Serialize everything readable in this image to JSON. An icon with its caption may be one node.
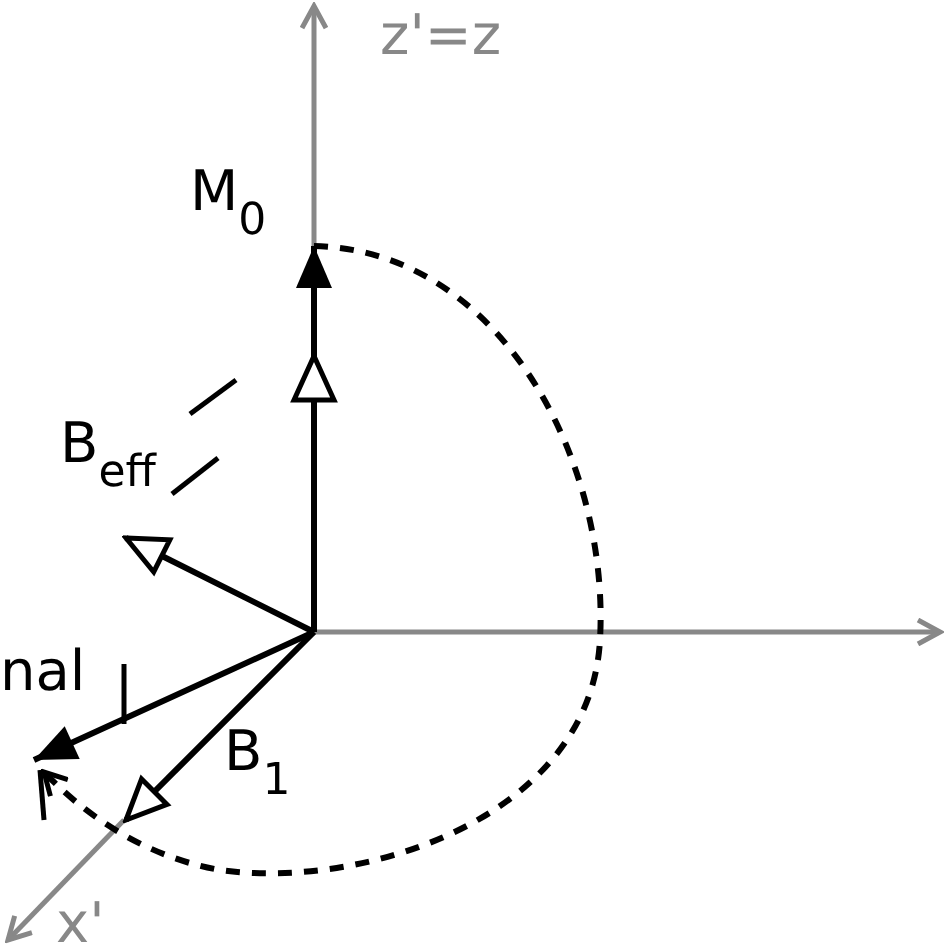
{
  "diagram": {
    "labels": [
      "z'=z",
      "M$_{0}$",
      "B$_{eff}$",
      "nal",
      "B$_{1}$",
      "x'"
    ]
  }
}
